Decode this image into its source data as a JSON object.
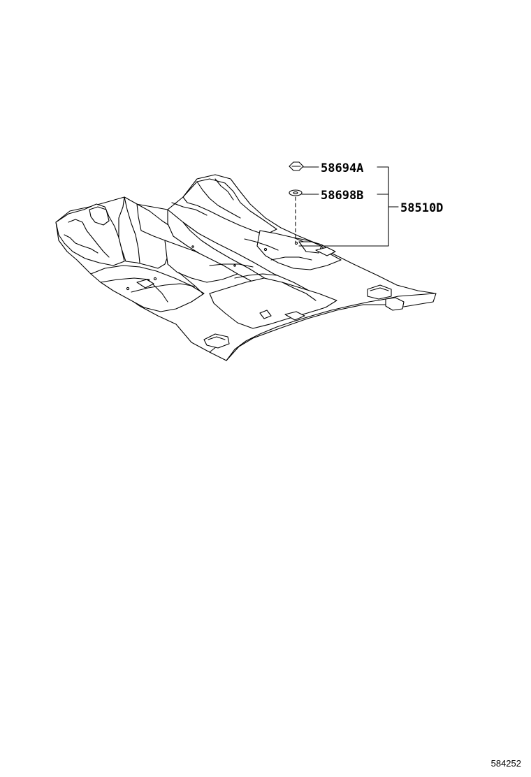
{
  "callouts": {
    "clip": "58694A",
    "washer": "58698B",
    "assembly": "58510D"
  },
  "figure_number": "584252",
  "colors": {
    "line": "#000000",
    "background": "#ffffff"
  }
}
